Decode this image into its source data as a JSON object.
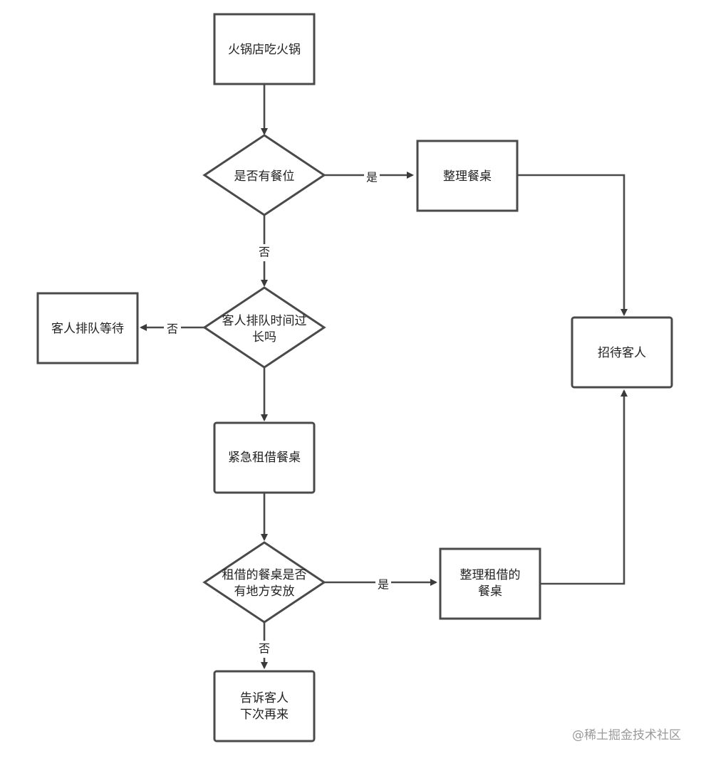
{
  "nodes": {
    "hotpot_restaurant": "火锅店吃火锅",
    "has_seat": "是否有餐位",
    "tidy_table": "整理餐桌",
    "queue_too_long": [
      "客人排队时间过",
      "长吗"
    ],
    "guest_wait": "客人排队等待",
    "rent_table": "紧急租借餐桌",
    "space_check": [
      "租借的餐桌是否",
      "有地方安放"
    ],
    "tidy_rented": [
      "整理租借的",
      "餐桌"
    ],
    "serve_guest": "招待客人",
    "tell_guest": [
      "告诉客人",
      "下次再来"
    ]
  },
  "edge_labels": {
    "has_seat_yes": "是",
    "has_seat_no": "否",
    "queue_no": "否",
    "space_yes": "是",
    "space_no": "否"
  },
  "watermark": "@稀土掘金技术社区",
  "colors": {
    "stroke": "#4a4a4a",
    "text": "#222222",
    "watermark": "#9a9a9a"
  }
}
